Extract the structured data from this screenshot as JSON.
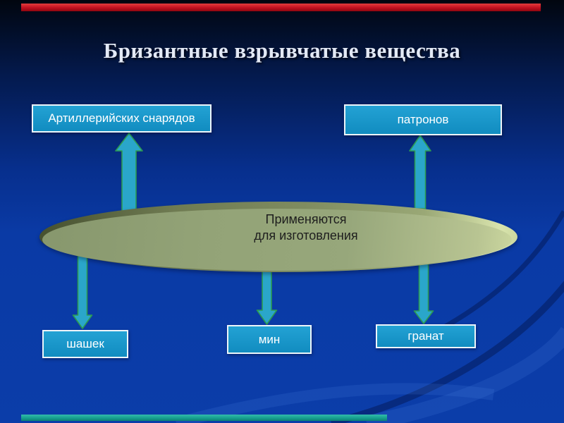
{
  "slide": {
    "title": "Бризантные взрывчатые вещества",
    "ellipse_label": {
      "line1": "Применяются",
      "line2": "для изготовления"
    },
    "boxes": {
      "top_left": "Артиллерийских снарядов",
      "top_right": "патронов",
      "bottom_left": "шашек",
      "bottom_middle": "мин",
      "bottom_right": "гранат"
    }
  },
  "colors": {
    "bg-top": "#01060F",
    "bg-mid": "#072F8D",
    "bg-bottom": "#0B3DA9",
    "box-fill-top": "#23A2D4",
    "box-fill-bottom": "#118CC0",
    "box-border": "#EDF5FA",
    "box-text": "#FFFFFF",
    "arrow-fill": "#2AA6CA",
    "arrow-stroke": "#2C9B51",
    "ellipse-rim": "#57623E",
    "ellipse-face": "#97A77B",
    "ellipse-highlight": "#D9E4AD",
    "ellipse-text": "#1E1E1E",
    "title-color": "#E3E9F5",
    "red-bar": "#C01020",
    "teal-bar": "#16A090"
  }
}
